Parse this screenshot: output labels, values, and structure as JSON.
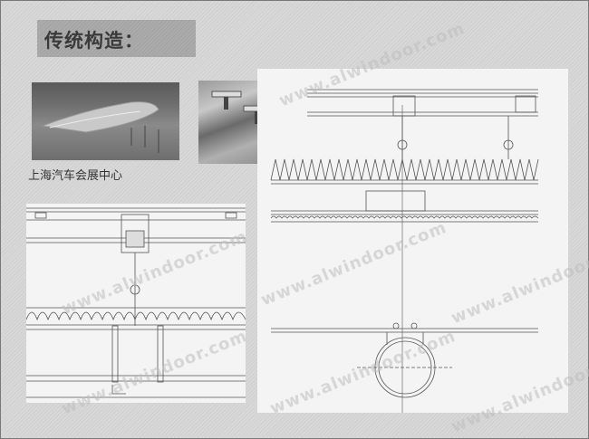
{
  "title": "传统构造：",
  "photo_caption": "上海汽车会展中心",
  "watermark": "www.alwindoor.com",
  "photos": [
    {
      "name": "exhibition-center-aerial-photo"
    },
    {
      "name": "roof-bracket-clip-photo"
    }
  ]
}
